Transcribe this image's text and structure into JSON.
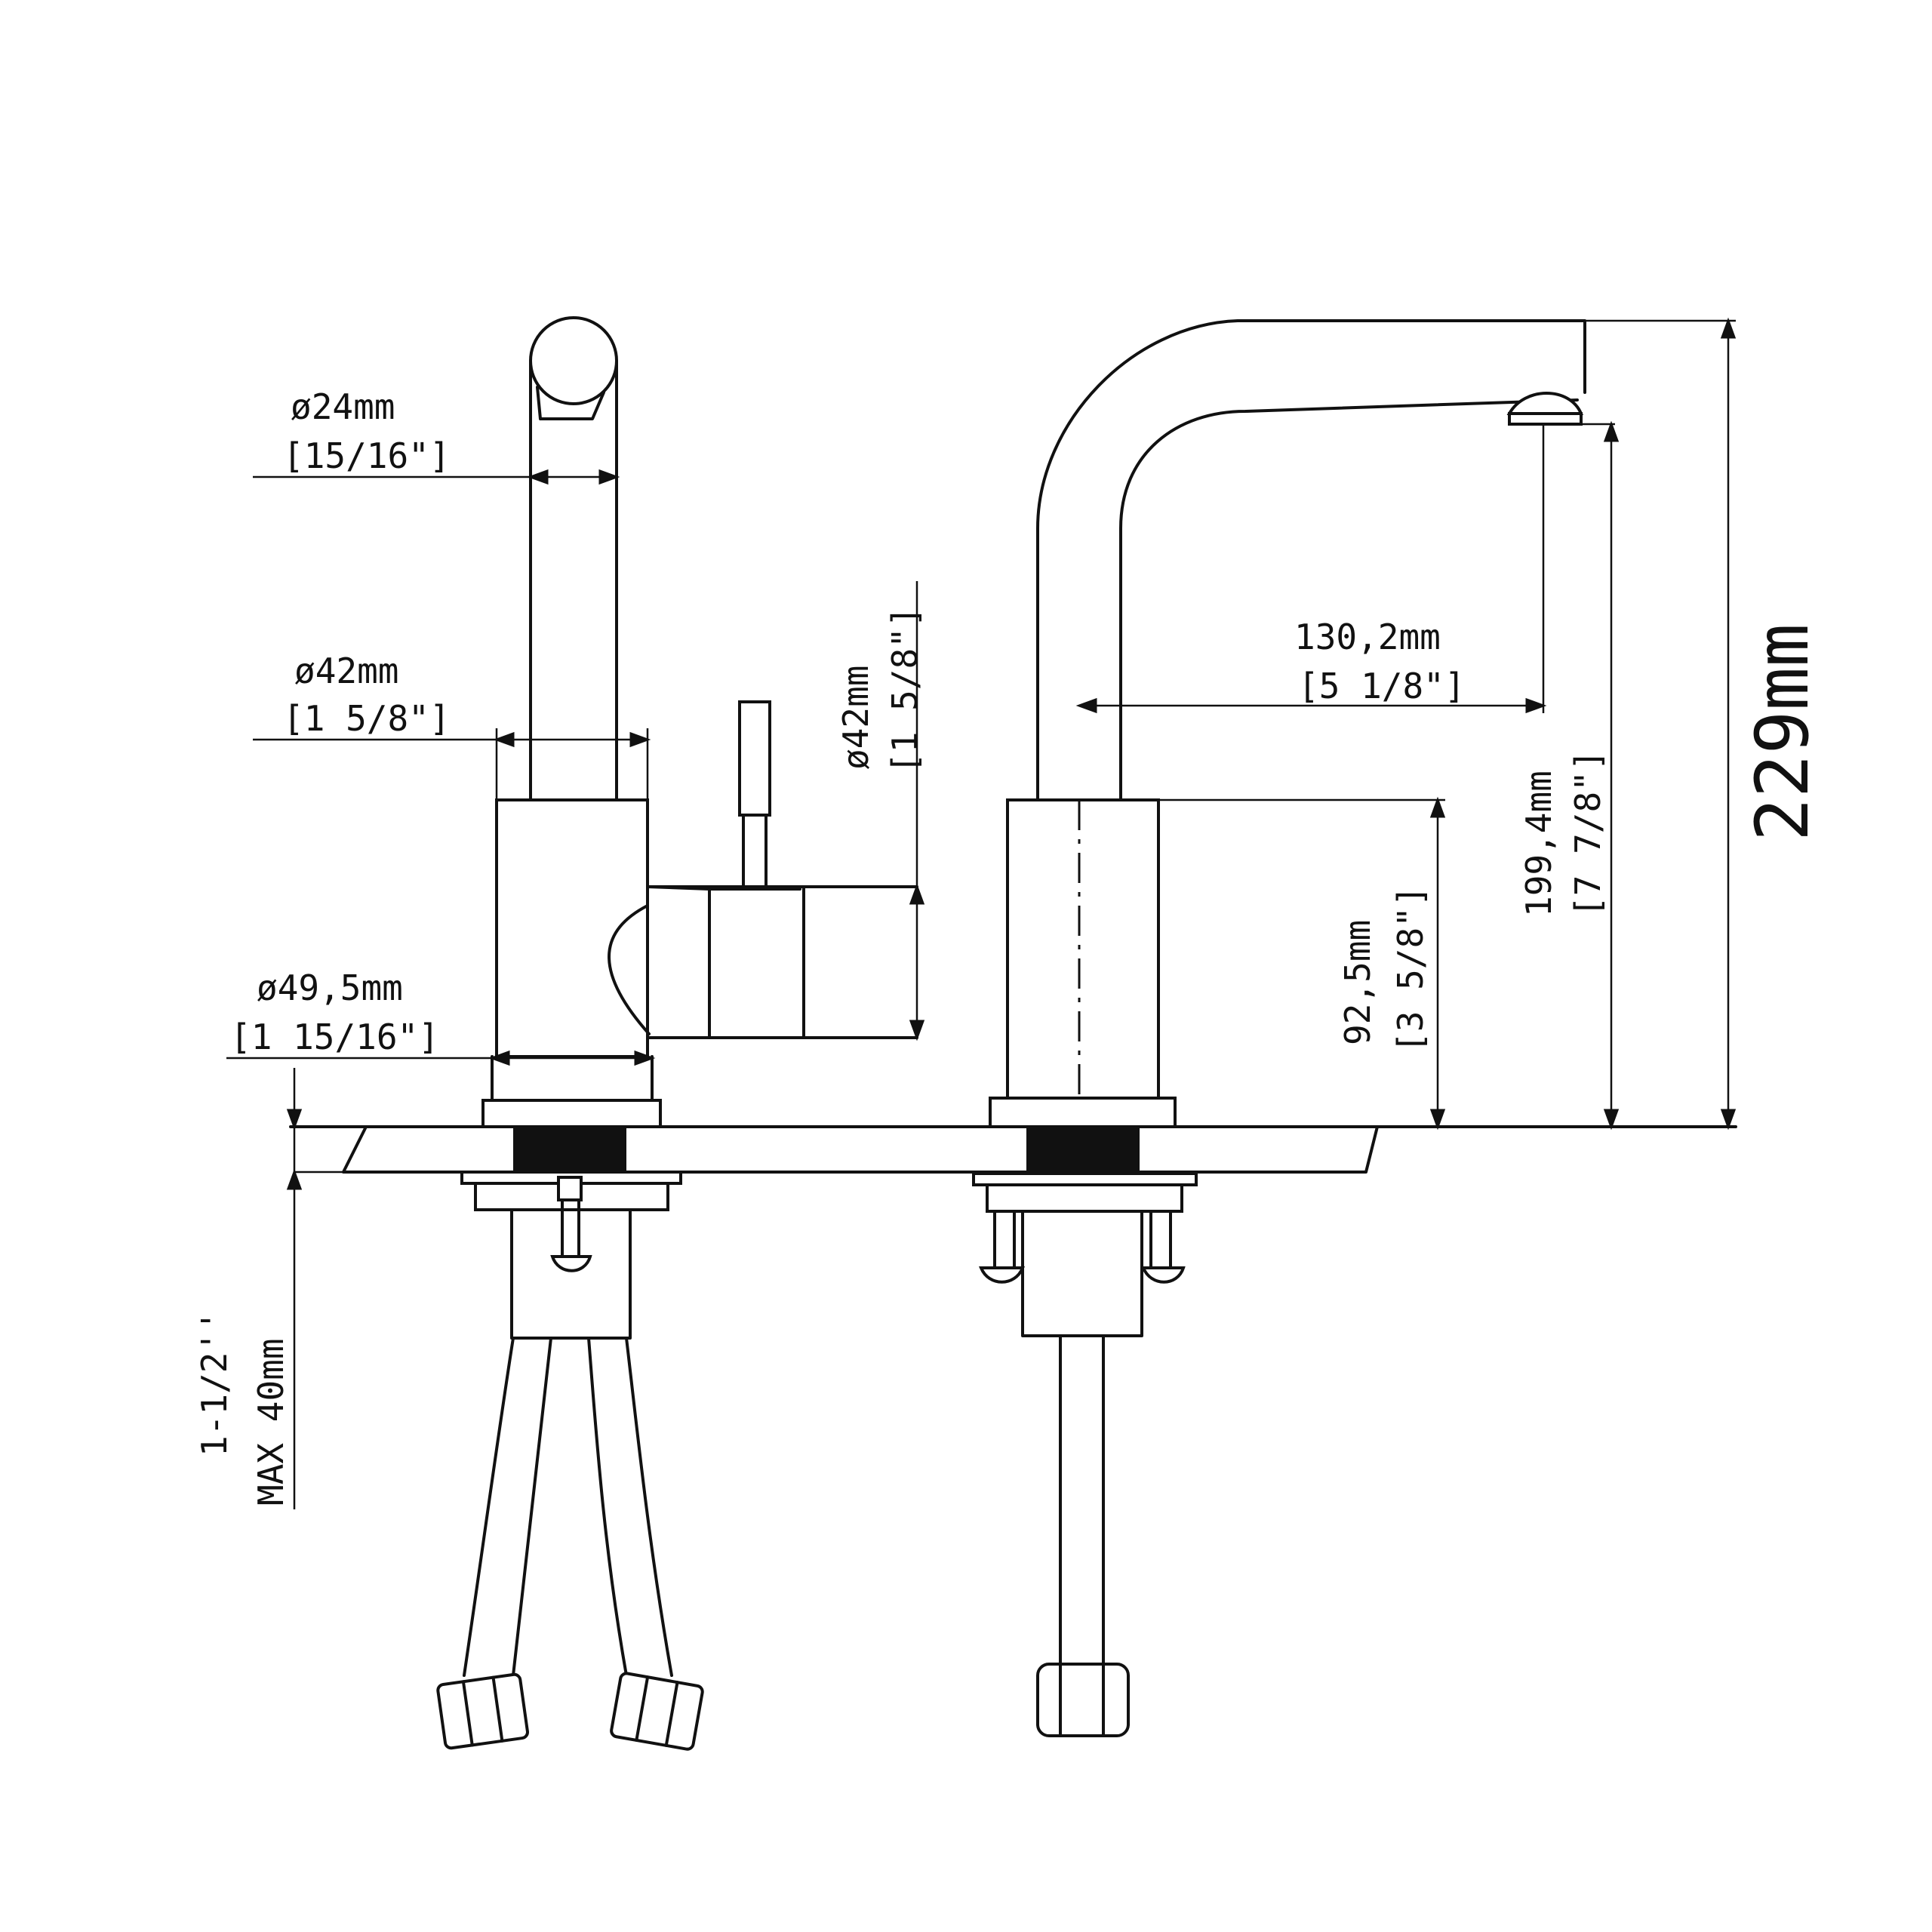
{
  "dimensions": {
    "d24": {
      "mm": "ø24mm",
      "inch": "[15/16\"]"
    },
    "d42_left": {
      "mm": "ø42mm",
      "inch": "[1 5/8\"]"
    },
    "d49": {
      "mm": "ø49,5mm",
      "inch": "[1 15/16\"]"
    },
    "d42_handle": {
      "mm": "ø42mm",
      "inch": "[1 5/8\"]"
    },
    "reach": {
      "mm": "130,2mm",
      "inch": "[5 1/8\"]"
    },
    "body_height": {
      "mm": "92,5mm",
      "inch": "[3 5/8\"]"
    },
    "spout_height": {
      "mm": "199,4mm",
      "inch": "[7 7/8\"]"
    },
    "total_height": {
      "mm": "229mm"
    },
    "max_deck": {
      "line1": "1-1/2''",
      "line2": "MAX 40mm"
    }
  }
}
